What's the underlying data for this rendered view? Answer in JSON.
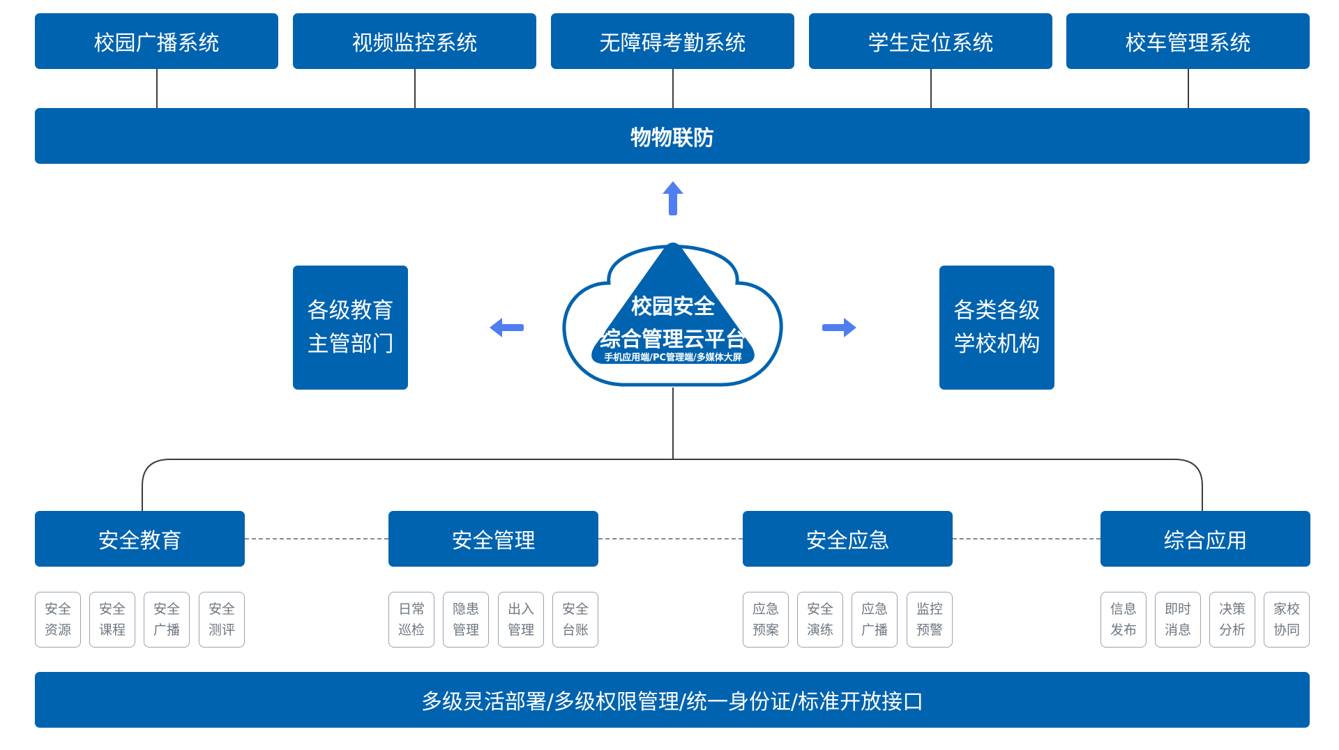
{
  "systems": [
    {
      "label": "校园广播系统"
    },
    {
      "label": "视频监控系统"
    },
    {
      "label": "无障碍考勤系统"
    },
    {
      "label": "学生定位系统"
    },
    {
      "label": "校车管理系统"
    }
  ],
  "top_bar": {
    "label": "物物联防"
  },
  "left_box": {
    "line1": "各级教育",
    "line2": "主管部门"
  },
  "right_box": {
    "line1": "各类各级",
    "line2": "学校机构"
  },
  "center": {
    "line1": "校园安全",
    "line2": "综合管理云平台",
    "subtitle": "手机应用端/PC管理端/多媒体大屏"
  },
  "categories": [
    {
      "label": "安全教育",
      "items": [
        [
          "安全",
          "资源"
        ],
        [
          "安全",
          "课程"
        ],
        [
          "安全",
          "广播"
        ],
        [
          "安全",
          "测评"
        ]
      ]
    },
    {
      "label": "安全管理",
      "items": [
        [
          "日常",
          "巡检"
        ],
        [
          "隐患",
          "管理"
        ],
        [
          "出入",
          "管理"
        ],
        [
          "安全",
          "台账"
        ]
      ]
    },
    {
      "label": "安全应急",
      "items": [
        [
          "应急",
          "预案"
        ],
        [
          "安全",
          "演练"
        ],
        [
          "应急",
          "广播"
        ],
        [
          "监控",
          "预警"
        ]
      ]
    },
    {
      "label": "综合应用",
      "items": [
        [
          "信息",
          "发布"
        ],
        [
          "即时",
          "消息"
        ],
        [
          "决策",
          "分析"
        ],
        [
          "家校",
          "协同"
        ]
      ]
    }
  ],
  "bottom_bar": {
    "label": "多级灵活部署/多级权限管理/统一身份证/标准开放接口"
  },
  "colors": {
    "primary": "#0063af",
    "arrow": "#4f7df2",
    "line": "#3c3c3c"
  }
}
